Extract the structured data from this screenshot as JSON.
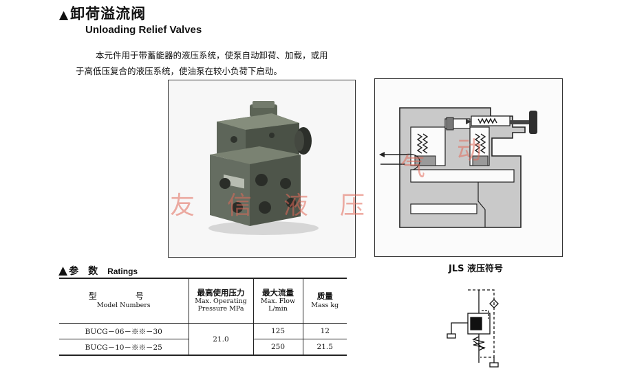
{
  "header": {
    "title_zh": "卸荷溢流阀",
    "title_en": "Unloading Relief Valves"
  },
  "description": {
    "line1": "本元件用于带蓄能器的液压系统，使泵自动卸荷、加载，或用",
    "line2": "于高低压复合的液压系统，使油泵在较小负荷下启动。"
  },
  "watermark": [
    "友",
    "信",
    "液",
    "压",
    "气",
    "动"
  ],
  "symbol_label": "JLS 液压符号",
  "ratings": {
    "heading_zh": "参　数",
    "heading_en": "Ratings",
    "columns": [
      {
        "zh": "型　号",
        "en": "Model Numbers"
      },
      {
        "zh": "最高使用压力",
        "en": "Max. Operating Pressure MPa"
      },
      {
        "zh": "最大流量",
        "en": "Max. Flow L/min"
      },
      {
        "zh": "质量",
        "en": "Mass kg"
      }
    ],
    "rows": [
      {
        "model": "BUCG－06－※※－30",
        "flow": "125",
        "mass": "12"
      },
      {
        "model": "BUCG－10－※※－25",
        "flow": "250",
        "mass": "21.5"
      }
    ],
    "pressure_shared": "21.0"
  },
  "icons": {
    "photo": "valve-photo-image",
    "diagram": "valve-section-diagram",
    "symbol": "hydraulic-symbol-diagram",
    "bullet": "triangle-bullet-icon"
  },
  "colors": {
    "watermark": "#e2695a",
    "diagram_fill": "#c8c8c8"
  }
}
